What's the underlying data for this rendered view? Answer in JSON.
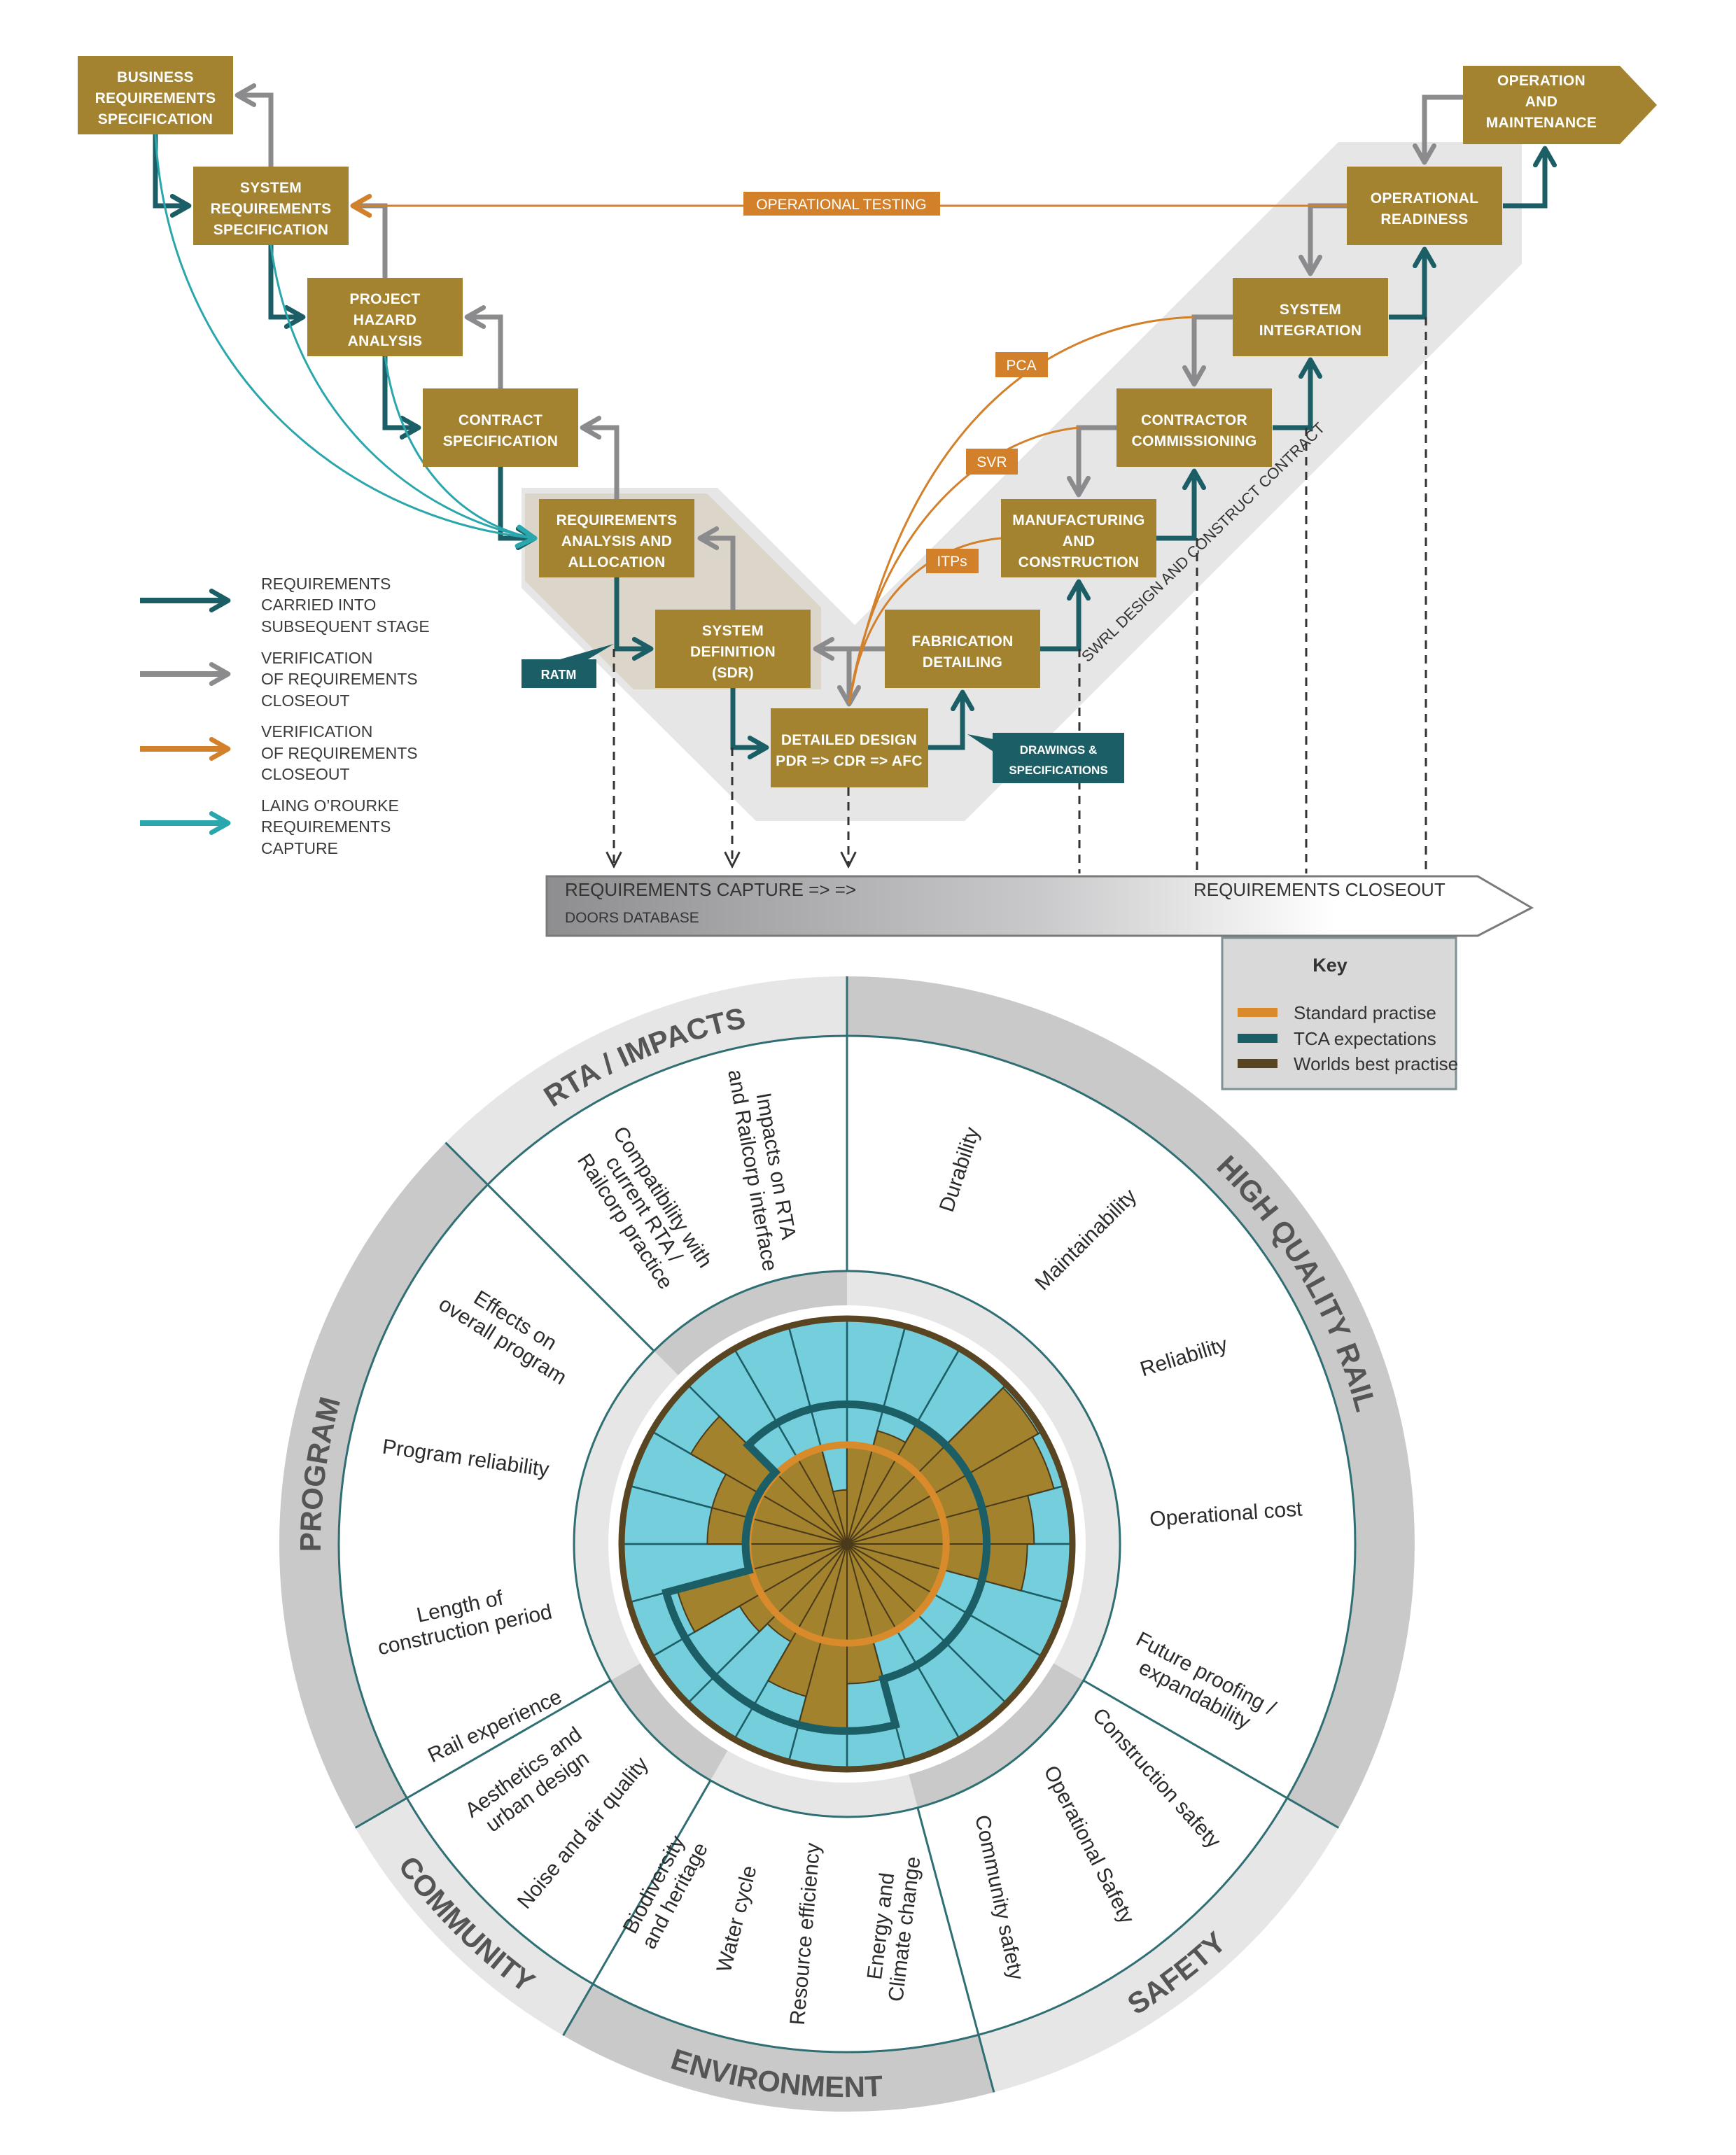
{
  "v_diagram": {
    "boxes": {
      "brs": [
        "BUSINESS",
        "REQUIREMENTS",
        "SPECIFICATION"
      ],
      "srs": [
        "SYSTEM",
        "REQUIREMENTS",
        "SPECIFICATION"
      ],
      "pha": [
        "PROJECT",
        "HAZARD",
        "ANALYSIS"
      ],
      "cs": [
        "CONTRACT",
        "SPECIFICATION"
      ],
      "raa": [
        "REQUIREMENTS",
        "ANALYSIS AND",
        "ALLOCATION"
      ],
      "sdr": [
        "SYSTEM",
        "DEFINITION",
        "(SDR)"
      ],
      "dd": [
        "DETAILED DESIGN",
        "PDR => CDR => AFC"
      ],
      "fd": [
        "FABRICATION",
        "DETAILING"
      ],
      "mc": [
        "MANUFACTURING",
        "AND",
        "CONSTRUCTION"
      ],
      "cc": [
        "CONTRACTOR",
        "COMMISSIONING"
      ],
      "si": [
        "SYSTEM",
        "INTEGRATION"
      ],
      "or": [
        "OPERATIONAL",
        "READINESS"
      ],
      "om": [
        "OPERATION",
        "AND",
        "MAINTENANCE"
      ]
    },
    "tags": {
      "operational_testing": "OPERATIONAL TESTING",
      "pca": "PCA",
      "svr": "SVR",
      "itps": "ITPs",
      "ratm": "RATM",
      "drawings": [
        "DRAWINGS &",
        "SPECIFICATIONS"
      ]
    },
    "band_label": "SWRL DESIGN AND CONSTRUCT CONTRACT",
    "timeline": {
      "capture": "REQUIREMENTS CAPTURE  =>  =>",
      "database": "DOORS DATABASE",
      "closeout": "REQUIREMENTS  CLOSEOUT"
    }
  },
  "legend": [
    {
      "lines": [
        "REQUIREMENTS",
        "CARRIED INTO",
        "SUBSEQUENT STAGE"
      ],
      "color": "#1c5e66"
    },
    {
      "lines": [
        "VERIFICATION",
        "OF REQUIREMENTS",
        "CLOSEOUT"
      ],
      "color": "#8b8b8d"
    },
    {
      "lines": [
        "VERIFICATION",
        "OF REQUIREMENTS",
        "CLOSEOUT"
      ],
      "color": "#d3802b"
    },
    {
      "lines": [
        "LAING O’ROURKE",
        "REQUIREMENTS",
        "CAPTURE"
      ],
      "color": "#2aa6ad"
    }
  ],
  "key": {
    "title": "Key",
    "items": [
      {
        "label": "Standard practise",
        "color": "#d98a2b"
      },
      {
        "label": "TCA expectations",
        "color": "#1c5e66"
      },
      {
        "label": "Worlds best practise",
        "color": "#594521"
      }
    ]
  },
  "chart_data": {
    "type": "polar-bar",
    "scale_max": 1.0,
    "standard_practise": 0.44,
    "groups": [
      {
        "label": "HIGH QUALITY RAIL",
        "sectors": 8
      },
      {
        "label": "SAFETY",
        "sectors": 3
      },
      {
        "label": "ENVIRONMENT",
        "sectors": 3
      },
      {
        "label": "COMMUNITY",
        "sectors": 2
      },
      {
        "label": "PROGRAM",
        "sectors": 5
      },
      {
        "label": "RTA / IMPACTS",
        "sectors": 3
      }
    ],
    "sectors": [
      {
        "worlds_best": 0.45,
        "tca": 0.62
      },
      {
        "worlds_best": 0.52,
        "tca": 0.62
      },
      {
        "worlds_best": 0.62,
        "tca": 0.62
      },
      {
        "worlds_best": 0.98,
        "tca": 0.62
      },
      {
        "worlds_best": 0.95,
        "tca": 0.62
      },
      {
        "worlds_best": 0.83,
        "tca": 0.62
      },
      {
        "worlds_best": 0.8,
        "tca": 0.62
      },
      {
        "worlds_best": 0.44,
        "tca": 0.62
      },
      {
        "worlds_best": 0.44,
        "tca": 0.62
      },
      {
        "worlds_best": 0.44,
        "tca": 0.62
      },
      {
        "worlds_best": 0.44,
        "tca": 0.62
      },
      {
        "worlds_best": 0.62,
        "tca": 0.83
      },
      {
        "worlds_best": 0.82,
        "tca": 0.83
      },
      {
        "worlds_best": 0.7,
        "tca": 0.83
      },
      {
        "worlds_best": 0.5,
        "tca": 0.83
      },
      {
        "worlds_best": 0.55,
        "tca": 0.83
      },
      {
        "worlds_best": 0.78,
        "tca": 0.83
      },
      {
        "worlds_best": 0.44,
        "tca": 0.45
      },
      {
        "worlds_best": 0.62,
        "tca": 0.45
      },
      {
        "worlds_best": 0.62,
        "tca": 0.45
      },
      {
        "worlds_best": 0.8,
        "tca": 0.45
      },
      {
        "worlds_best": 0.44,
        "tca": 0.62
      },
      {
        "worlds_best": 0.44,
        "tca": 0.62
      },
      {
        "worlds_best": 0.24,
        "tca": 0.62
      }
    ],
    "categories": {
      "durability": "Durability",
      "maintainability": "Maintainability",
      "reliability": "Reliability",
      "operational_cost": "Operational cost",
      "future_proofing": [
        "Future proofing /",
        "expandability"
      ],
      "construction_safety": "Construction safety",
      "operational_safety": "Operational Safety",
      "community_safety": "Community safety",
      "energy": [
        "Energy and",
        "Climate change"
      ],
      "resource_efficiency": "Resource efficiency",
      "water_cycle": "Water cycle",
      "biodiversity": [
        "Biodiversity",
        "and heritage"
      ],
      "noise": "Noise and air quality",
      "aesthetics": [
        "Aesthetics and",
        "urban design"
      ],
      "rail_experience": "Rail experience",
      "construction_period": [
        "Length of",
        "construction period"
      ],
      "program_reliability": "Program reliability",
      "effects_program": [
        "Effects on",
        "overall program"
      ],
      "compatibility": [
        "Compatibility with",
        "current RTA /",
        "Railcorp practice"
      ],
      "impacts_rta": [
        "Impacts on RTA",
        "and Railcorp interface"
      ]
    }
  }
}
